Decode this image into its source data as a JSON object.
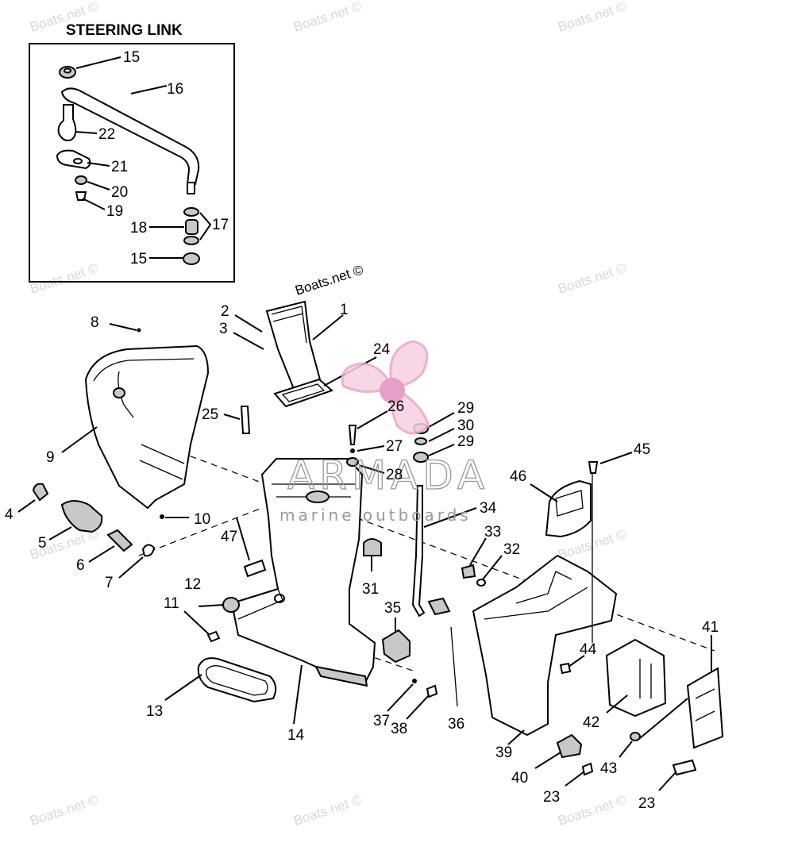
{
  "inset": {
    "title": "STEERING LINK"
  },
  "watermarks": {
    "faint": "Boats.net ©",
    "center": "Boats.net ©"
  },
  "brand": {
    "name": "ARMADA",
    "tagline": "marine outboards",
    "accent_color": "#e8a6c8"
  },
  "callouts": {
    "c1": "1",
    "c2": "2",
    "c3": "3",
    "c4": "4",
    "c5": "5",
    "c6": "6",
    "c7": "7",
    "c8": "8",
    "c9": "9",
    "c10": "10",
    "c11": "11",
    "c12": "12",
    "c13": "13",
    "c14": "14",
    "c15a": "15",
    "c15b": "15",
    "c16": "16",
    "c17": "17",
    "c18": "18",
    "c19": "19",
    "c20": "20",
    "c21": "21",
    "c22": "22",
    "c23a": "23",
    "c23b": "23",
    "c24": "24",
    "c25": "25",
    "c26": "26",
    "c27": "27",
    "c28": "28",
    "c29a": "29",
    "c29b": "29",
    "c30": "30",
    "c31": "31",
    "c32": "32",
    "c33": "33",
    "c34": "34",
    "c35": "35",
    "c36": "36",
    "c37": "37",
    "c38": "38",
    "c39": "39",
    "c40": "40",
    "c41": "41",
    "c42": "42",
    "c43": "43",
    "c44": "44",
    "c45": "45",
    "c46": "46",
    "c47": "47"
  }
}
